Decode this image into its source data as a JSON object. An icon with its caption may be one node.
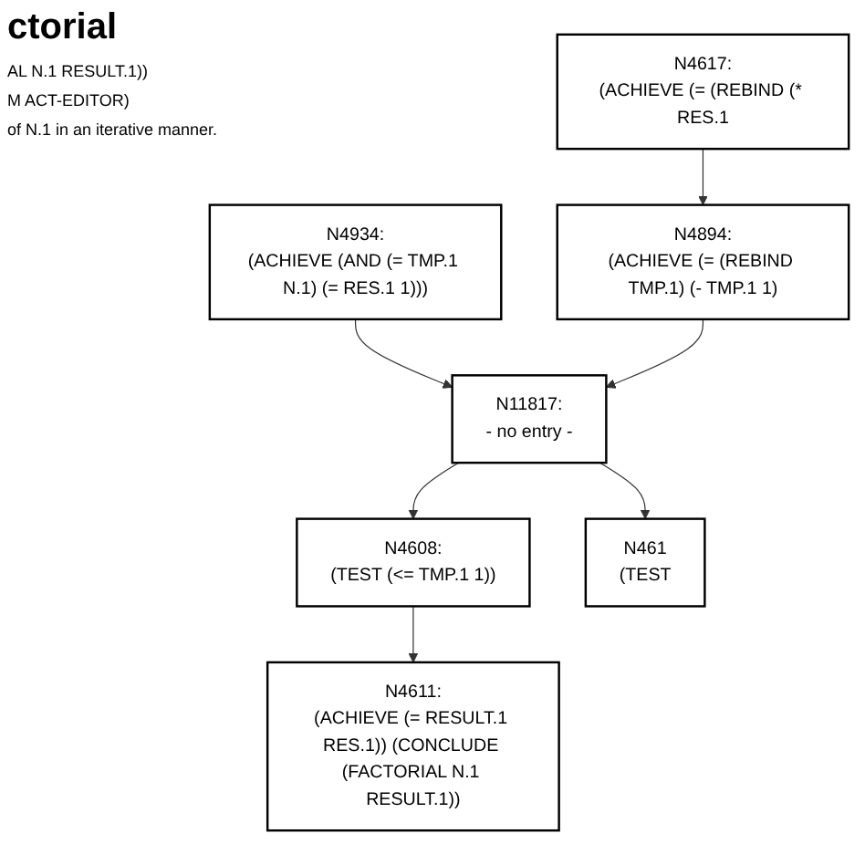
{
  "diagram": {
    "title": "ctorial",
    "nodes": [
      {
        "text": [
          "N4934:",
          "(ACHIEVE (AND (= TMP.1 N.1) (= RES.1 1)))"
        ]
      },
      {
        "text": [
          "N11817:",
          "- no entry -"
        ]
      },
      {
        "text": [
          "N4608:",
          "(TEST (<= TMP.1 1))"
        ]
      },
      {
        "text": [
          "N461",
          "(TEST"
        ]
      },
      {
        "text": [
          "N4611:",
          "(ACHIEVE (= RESULT.1 RES.1)) (CONCLUDE (FACTORIAL N.1 RESULT.1))"
        ]
      },
      {
        "text": [
          "N4617:",
          "(ACHIEVE (= (REBIND (* RES.1"
        ]
      },
      {
        "text": [
          "N4894:",
          "(ACHIEVE (= (REBIND TMP.1) (- TMP.1 1)"
        ]
      }
    ],
    "edges": [
      {
        "from": 0,
        "to": 1,
        "arrow": "to"
      },
      {
        "from": 1,
        "to": 2,
        "arrow": "to"
      },
      {
        "from": 1,
        "to": 3,
        "arrow": "to"
      },
      {
        "from": 2,
        "to": 4,
        "arrow": "to"
      },
      {
        "from": 5,
        "to": 6,
        "arrow": "to"
      },
      {
        "from": 6,
        "to": 1,
        "arrow": "to"
      }
    ],
    "labels": [
      "AL N.1 RESULT.1))",
      "M ACT-EDITOR)",
      "of N.1 in an iterative manner."
    ]
  }
}
